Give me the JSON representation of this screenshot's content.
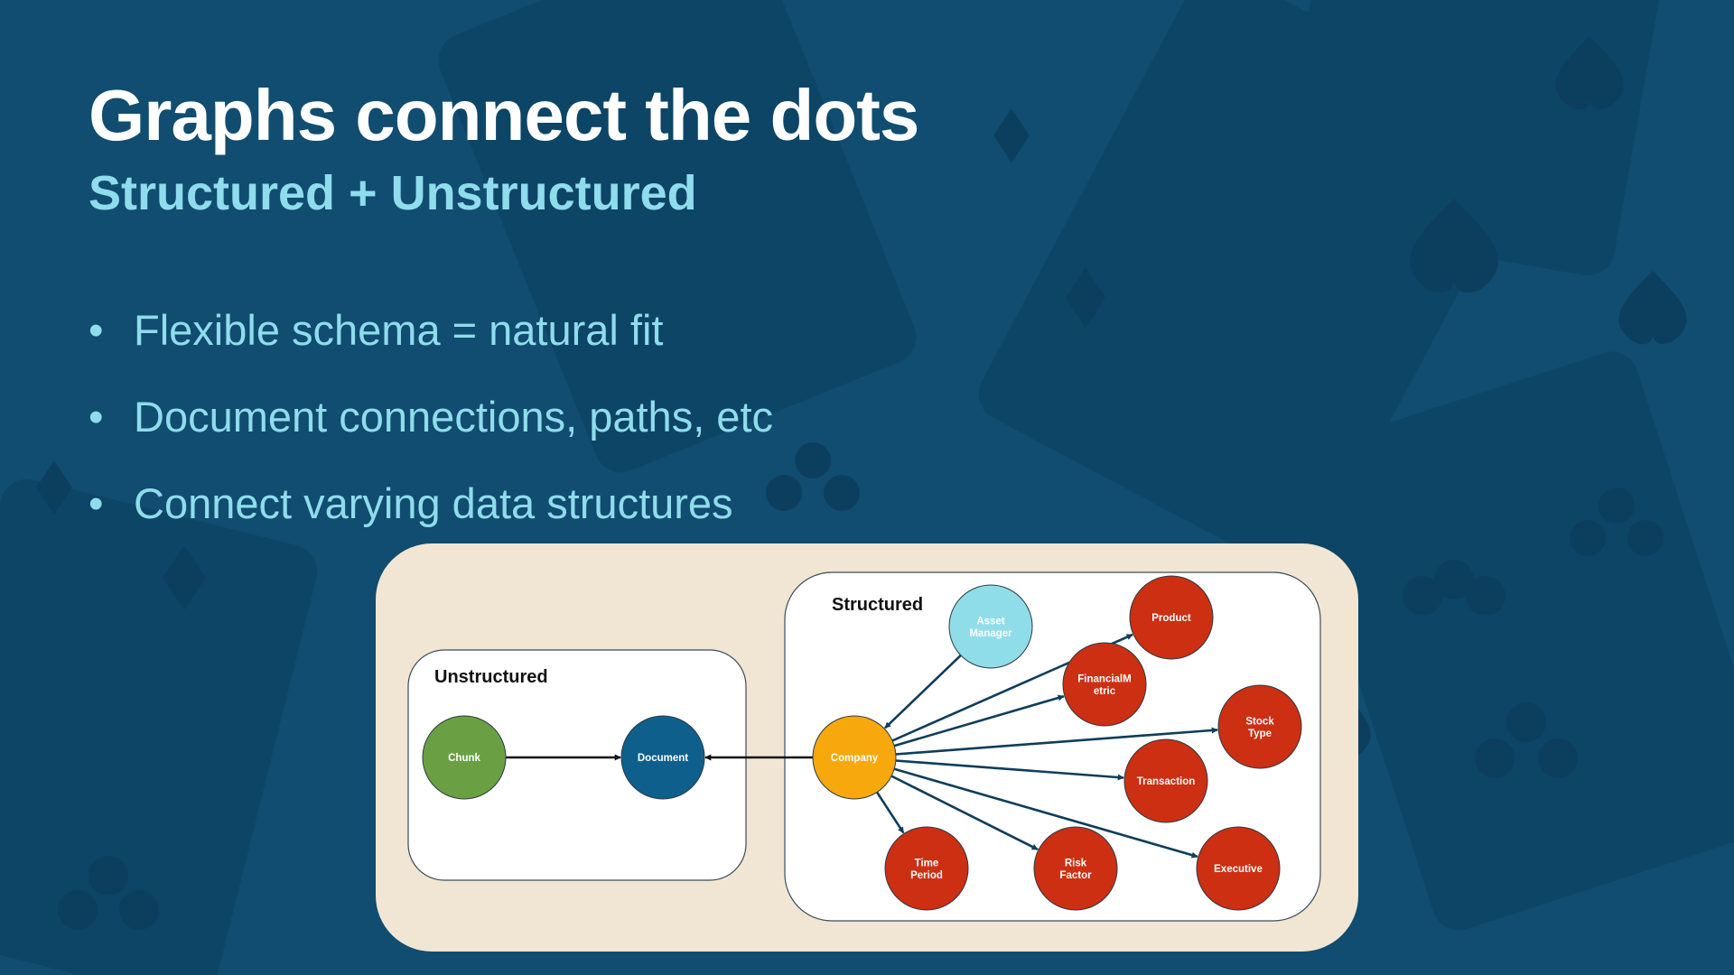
{
  "slide": {
    "title": "Graphs connect the dots",
    "subtitle": "Structured + Unstructured",
    "bullets": [
      "Flexible schema = natural fit",
      "Document connections, paths, etc",
      "Connect varying data structures"
    ]
  },
  "colors": {
    "background": "#114d70",
    "title": "#ffffff",
    "accent_text": "#8fdcec",
    "panel": "#f1e6d3",
    "node_green": "#6aa043",
    "node_blue": "#0f5f8c",
    "node_orange": "#f7a80d",
    "node_red": "#cc2f12",
    "node_cyan": "#8fdde8",
    "edge": "#0f3d5a"
  },
  "diagram": {
    "groups": [
      {
        "id": "unstructured",
        "label": "Unstructured"
      },
      {
        "id": "structured",
        "label": "Structured"
      }
    ],
    "nodes": [
      {
        "id": "chunk",
        "lines": [
          "Chunk"
        ],
        "group": "unstructured",
        "color": "#6aa043"
      },
      {
        "id": "document",
        "lines": [
          "Document"
        ],
        "group": "unstructured",
        "color": "#0f5f8c"
      },
      {
        "id": "company",
        "lines": [
          "Company"
        ],
        "group": "structured",
        "color": "#f7a80d"
      },
      {
        "id": "asset_manager",
        "lines": [
          "Asset",
          "Manager"
        ],
        "group": "structured",
        "color": "#8fdde8"
      },
      {
        "id": "product",
        "lines": [
          "Product"
        ],
        "group": "structured",
        "color": "#cc2f12"
      },
      {
        "id": "financial_metric",
        "lines": [
          "FinancialM",
          "etric"
        ],
        "group": "structured",
        "color": "#cc2f12"
      },
      {
        "id": "stock_type",
        "lines": [
          "Stock",
          "Type"
        ],
        "group": "structured",
        "color": "#cc2f12"
      },
      {
        "id": "transaction",
        "lines": [
          "Transaction"
        ],
        "group": "structured",
        "color": "#cc2f12"
      },
      {
        "id": "time_period",
        "lines": [
          "Time",
          "Period"
        ],
        "group": "structured",
        "color": "#cc2f12"
      },
      {
        "id": "risk_factor",
        "lines": [
          "Risk",
          "Factor"
        ],
        "group": "structured",
        "color": "#cc2f12"
      },
      {
        "id": "executive",
        "lines": [
          "Executive"
        ],
        "group": "structured",
        "color": "#cc2f12"
      }
    ],
    "edges": [
      {
        "from": "chunk",
        "to": "document"
      },
      {
        "from": "company",
        "to": "document"
      },
      {
        "from": "asset_manager",
        "to": "company"
      },
      {
        "from": "company",
        "to": "product"
      },
      {
        "from": "company",
        "to": "financial_metric"
      },
      {
        "from": "company",
        "to": "stock_type"
      },
      {
        "from": "company",
        "to": "transaction"
      },
      {
        "from": "company",
        "to": "time_period"
      },
      {
        "from": "company",
        "to": "risk_factor"
      },
      {
        "from": "company",
        "to": "executive"
      }
    ]
  }
}
